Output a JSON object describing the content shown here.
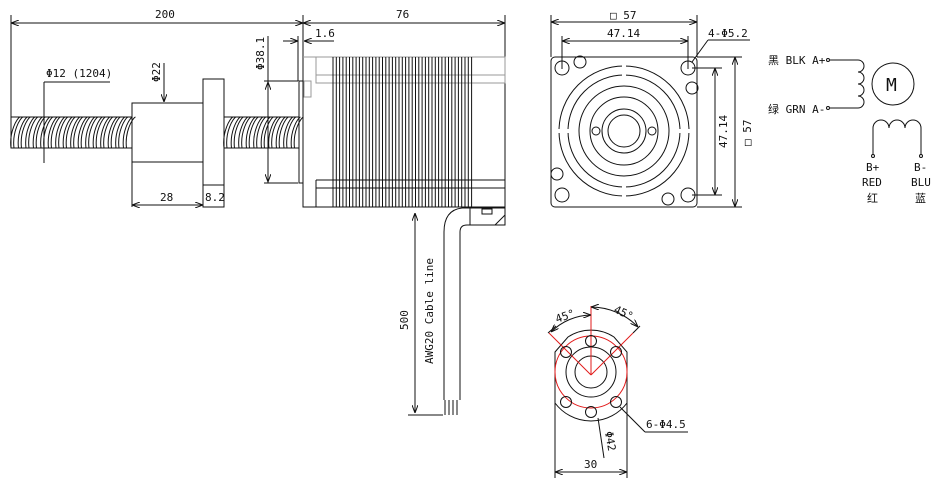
{
  "side_view": {
    "overall_length": "200",
    "screw_label": "Φ12 (1204)",
    "nut_diameter": "Φ22",
    "nut_length": "28",
    "flange_thickness": "8.2",
    "boss_diameter": "Φ38.1",
    "boss_height": "1.6",
    "motor_length": "76",
    "cable_length": "500",
    "cable_label": "AWG20 Cable line"
  },
  "front_view": {
    "frame_size_top": "□ 57",
    "hole_spacing_top": "47.14",
    "holes_label": "4-Φ5.2",
    "hole_spacing_right": "47.14",
    "frame_size_right": "□ 57"
  },
  "wiring": {
    "a_plus": "黑 BLK A+",
    "a_minus": "绿 GRN A-",
    "motor_symbol": "M",
    "b_plus": "B+",
    "b_plus_color": "RED",
    "b_plus_cn": "红",
    "b_minus": "B-",
    "b_minus_color": "BLU",
    "b_minus_cn": "蓝"
  },
  "nut_view": {
    "angle_left": "45°",
    "angle_right": "45°",
    "holes_label": "6-Φ4.5",
    "pcd": "Φ42",
    "width": "30"
  }
}
